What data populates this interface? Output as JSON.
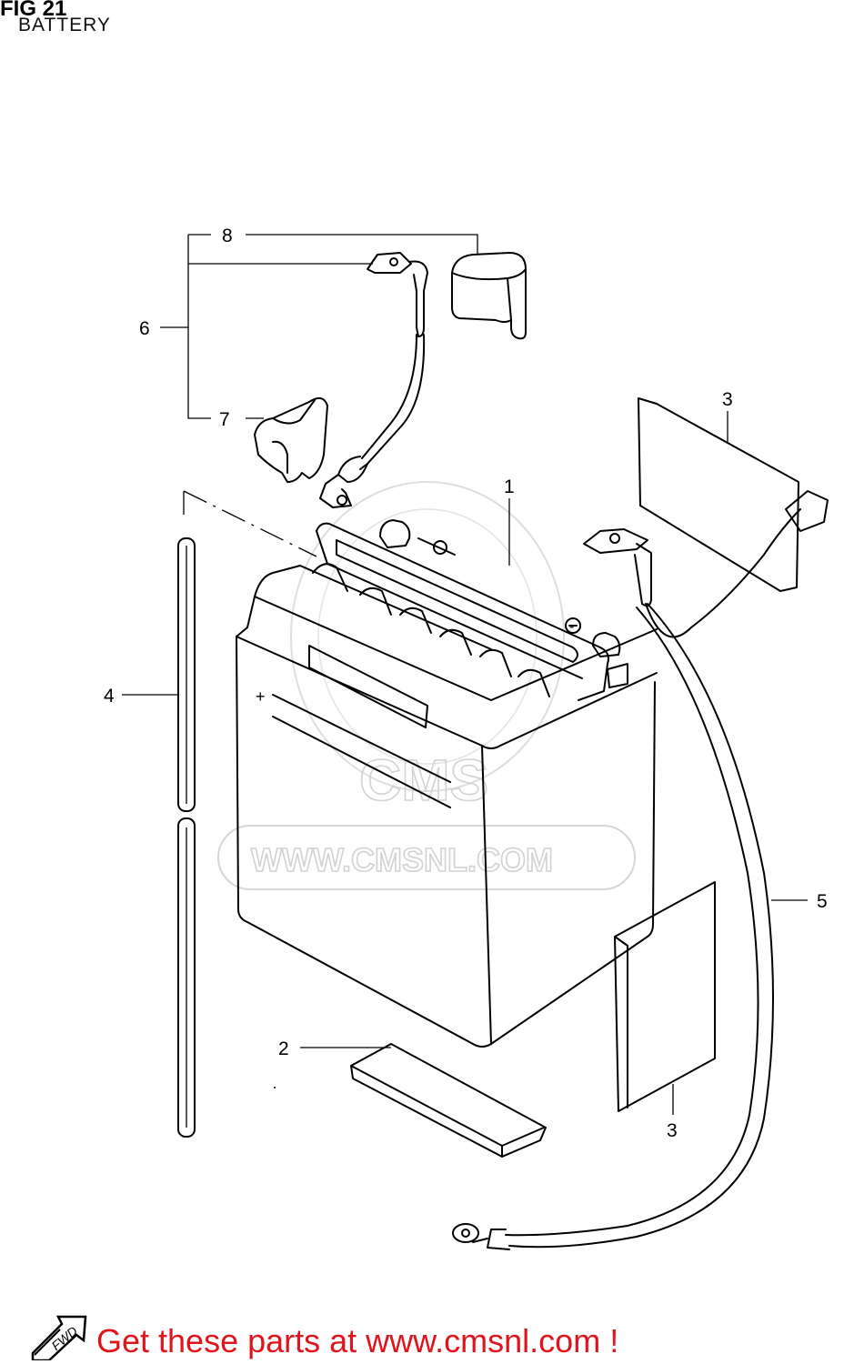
{
  "figure": {
    "title": "FIG 21",
    "subtitle": "BATTERY"
  },
  "callouts": [
    {
      "id": "part-8",
      "label": "8"
    },
    {
      "id": "part-6",
      "label": "6"
    },
    {
      "id": "part-7",
      "label": "7"
    },
    {
      "id": "part-3a",
      "label": "3"
    },
    {
      "id": "part-1",
      "label": "1"
    },
    {
      "id": "part-4",
      "label": "4"
    },
    {
      "id": "part-5",
      "label": "5"
    },
    {
      "id": "part-2",
      "label": "2"
    },
    {
      "id": "part-3b",
      "label": "3"
    }
  ],
  "watermark": {
    "text": "WWW.CMSNL.COM",
    "logo_text": "CMS"
  },
  "battery_marks": {
    "plus": "+",
    "minus": "-"
  },
  "footer": {
    "link_text": "Get these parts at www.cmsnl.com !",
    "fwd_label": "FWD",
    "link_color": "#e0141c"
  }
}
